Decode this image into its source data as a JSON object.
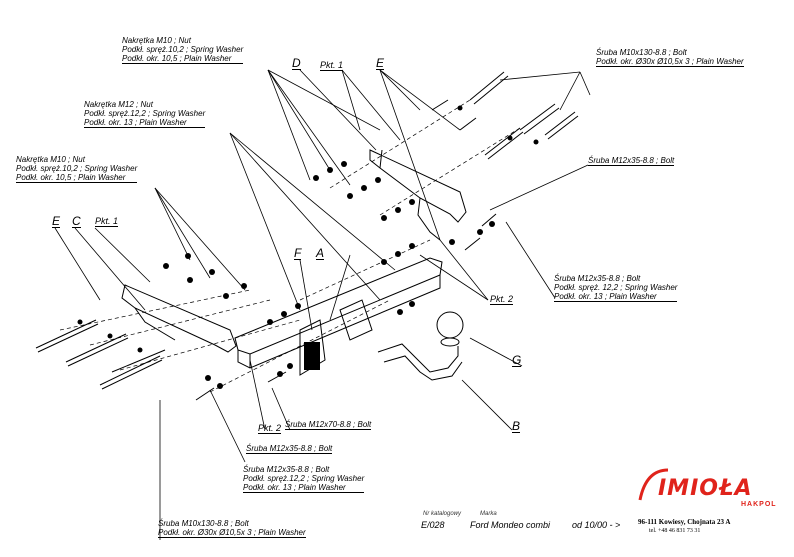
{
  "labels": {
    "nut_m10_top": [
      "Nakrętka  M10 ; Nut",
      "Podkł. spręż.10,2 ; Spring Washer",
      "Podkł. okr. 10,5 ; Plain Washer"
    ],
    "nut_m12": [
      "Nakrętka  M12 ; Nut",
      "Podkł. spręż.12,2 ; Spring Washer",
      "Podkł. okr. 13 ; Plain Washer"
    ],
    "nut_m10_left": [
      "Nakrętka  M10 ; Nut",
      "Podkł. spręż.10,2 ; Spring Washer",
      "Podkł. okr. 10,5 ; Plain Washer"
    ],
    "bolt_m10x130_top": [
      "Śruba M10x130-8.8 ;  Bolt",
      "Podkł. okr.  Ø30x Ø10,5x 3 ; Plain Washer"
    ],
    "bolt_m12x35_right": [
      "Śruba M12x35-8.8 ;  Bolt"
    ],
    "bolt_m12x35_right2": [
      "Śruba M12x35-8.8 ;  Bolt",
      "Podkł. spręż. 12,2 ; Spring Washer",
      "Podkł. okr. 13 ; Plain Washer"
    ],
    "bolt_m12x70": [
      "Śruba M12x70-8.8 ;  Bolt"
    ],
    "bolt_m12x35_bottom": [
      "Śruba M12x35-8.8 ;  Bolt"
    ],
    "bolt_m12x35_bottom2": [
      "Śruba M12x35-8.8 ;  Bolt",
      "Podkł. spręż.12,2 ; Spring Washer",
      "Podkł. okr. 13 ; Plain Washer"
    ],
    "bolt_m10x130_bottom": [
      "Śruba M10x130-8.8 ;  Bolt",
      "Podkł. okr.  Ø30x Ø10,5x 3 ; Plain Washer"
    ]
  },
  "tags": {
    "D": "D",
    "pkt1_top": "Pkt. 1",
    "E_top": "E",
    "E_left": "E",
    "C": "C",
    "pkt1_left": "Pkt. 1",
    "F": "F",
    "A": "A",
    "pkt2_right": "Pkt. 2",
    "pkt2_bottom": "Pkt. 2",
    "G": "G",
    "B": "B"
  },
  "title_block": {
    "catalog_caption": "Nr katalogowy",
    "catalog_number": "E/028",
    "brand_caption": "Marka",
    "model": "Ford Mondeo combi",
    "year": "od 10/00 - >"
  },
  "company": {
    "logo": "IMIOŁA",
    "logo_sub": "HAKPOL",
    "address": "96-111 Kowiesy, Chojnata 23 A",
    "phone": "tel. +48 46 831 73 31"
  },
  "colors": {
    "logo": "#e0231b",
    "ink": "#000000"
  }
}
